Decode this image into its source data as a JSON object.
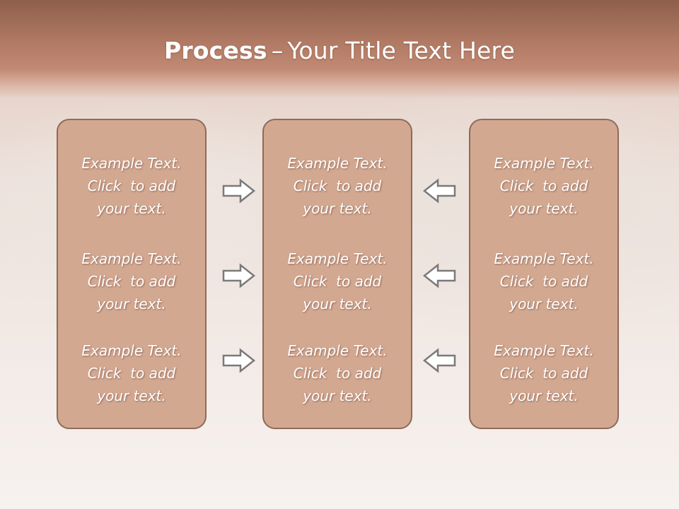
{
  "slide": {
    "title_bold": "Process",
    "title_dash": "–",
    "title_rest": "Your Title Text Here"
  },
  "columns": [
    {
      "items": [
        {
          "line1": "Example Text.",
          "line2": "Click  to add",
          "line3": "your text."
        },
        {
          "line1": "Example Text.",
          "line2": "Click  to add",
          "line3": "your text."
        },
        {
          "line1": "Example Text.",
          "line2": "Click  to add",
          "line3": "your text."
        }
      ]
    },
    {
      "items": [
        {
          "line1": "Example Text.",
          "line2": "Click  to add",
          "line3": "your text."
        },
        {
          "line1": "Example Text.",
          "line2": "Click  to add",
          "line3": "your text."
        },
        {
          "line1": "Example Text.",
          "line2": "Click  to add",
          "line3": "your text."
        }
      ]
    },
    {
      "items": [
        {
          "line1": "Example Text.",
          "line2": "Click  to add",
          "line3": "your text."
        },
        {
          "line1": "Example Text.",
          "line2": "Click  to add",
          "line3": "your text."
        },
        {
          "line1": "Example Text.",
          "line2": "Click  to add",
          "line3": "your text."
        }
      ]
    }
  ],
  "arrows": {
    "left_group": "arrow-right-icon",
    "right_group": "arrow-left-icon"
  },
  "colors": {
    "panel_fill": "#d3a891",
    "panel_border": "#8f6a5a",
    "title_band": "#b27b65",
    "arrow_stroke": "#7a7a7a"
  }
}
